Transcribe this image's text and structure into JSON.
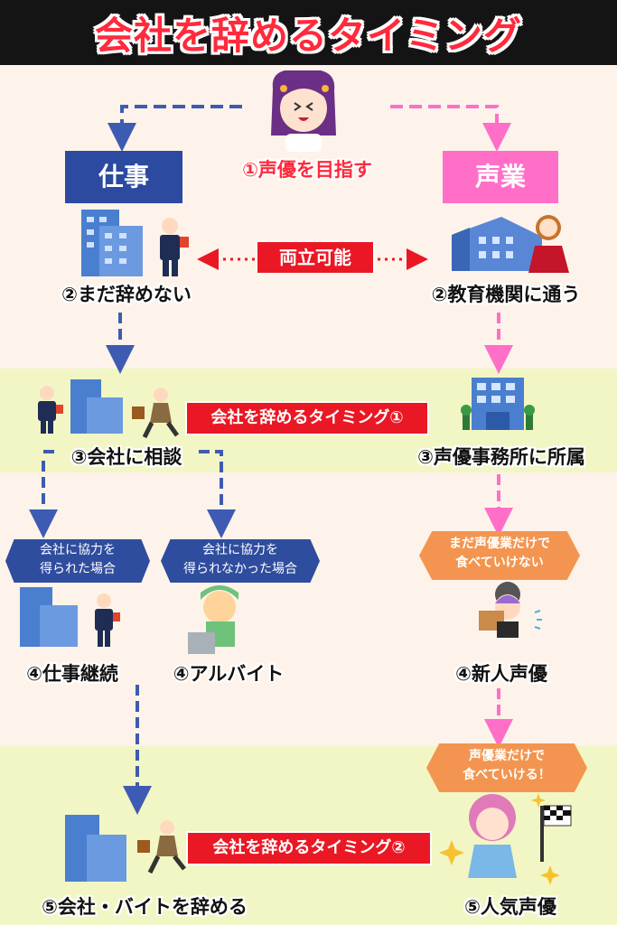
{
  "header": {
    "title": "会社を辞めるタイミング"
  },
  "colors": {
    "blue": "#2b4aa0",
    "pink": "#ff6fc8",
    "red": "#ea1824",
    "orange": "#f39550",
    "band": "#f2f6c4"
  },
  "top": {
    "start_label": "①声優を目指す",
    "left_box": "仕事",
    "right_box": "声業",
    "center_bar": "両立可能"
  },
  "step2": {
    "left": "②まだ辞めない",
    "right": "②教育機関に通う"
  },
  "step3": {
    "timing_bar_1": "会社を辞めるタイミング①",
    "left": "③会社に相談",
    "right": "③声優事務所に所属"
  },
  "branch": {
    "left_pill_line1": "会社に協力を",
    "left_pill_line2": "得られた場合",
    "mid_pill_line1": "会社に協力を",
    "mid_pill_line2": "得られなかった場合",
    "right_pill_line1": "まだ声優業だけで",
    "right_pill_line2": "食べていけない"
  },
  "step4": {
    "left": "④仕事継続",
    "mid": "④アルバイト",
    "right": "④新人声優"
  },
  "step5": {
    "pill_line1": "声優業だけで",
    "pill_line2": "食べていける！",
    "timing_bar_2": "会社を辞めるタイミング②",
    "left": "⑤会社・バイトを辞める",
    "right": "⑤人気声優"
  }
}
